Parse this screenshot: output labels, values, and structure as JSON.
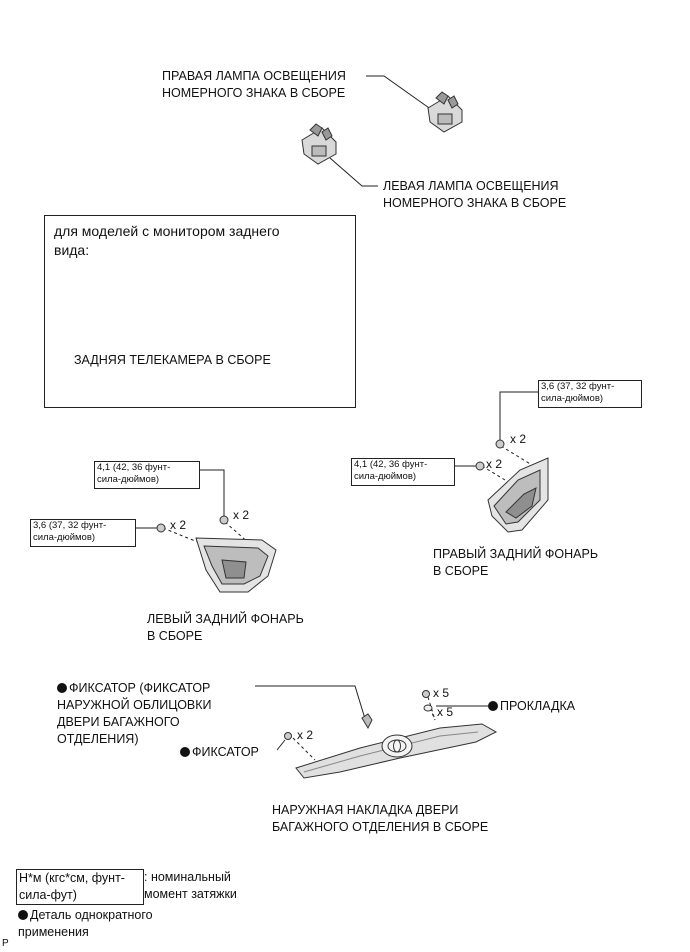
{
  "labels": {
    "right_plate_lamp": "ПРАВАЯ ЛАМПА ОСВЕЩЕНИЯ\nНОМЕРНОГО ЗНАКА В СБОРЕ",
    "left_plate_lamp": "ЛЕВАЯ ЛАМПА ОСВЕЩЕНИЯ\nНОМЕРНОГО ЗНАКА В СБОРЕ",
    "camera_box_title": "для моделей с монитором заднего\nвида:",
    "rear_camera": "ЗАДНЯЯ ТЕЛЕКАМЕРА В СБОРЕ",
    "right_tail_lamp": "ПРАВЫЙ ЗАДНИЙ ФОНАРЬ\nВ СБОРЕ",
    "left_tail_lamp": "ЛЕВЫЙ ЗАДНИЙ ФОНАРЬ\nВ СБОРЕ",
    "clip_garnish": "ФИКСАТОР (ФИКСАТОР\nНАРУЖНОЙ ОБЛИЦОВКИ\nДВЕРИ БАГАЖНОГО\nОТДЕЛЕНИЯ)",
    "clip": "ФИКСАТОР",
    "gasket": "ПРОКЛАДКА",
    "garnish_assy": "НАРУЖНАЯ НАКЛАДКА ДВЕРИ\nБАГАЖНОГО ОТДЕЛЕНИЯ В СБОРЕ"
  },
  "torques": {
    "right_upper": "3,6 (37, 32 фунт-\nсила-дюймов)",
    "right_lower": "4,1 (42, 36 фунт-\nсила-дюймов)",
    "left_upper": "4,1 (42, 36 фунт-\nсила-дюймов)",
    "left_lower": "3,6 (37, 32 фунт-\nсила-дюймов)"
  },
  "quantities": {
    "right_upper": "x 2",
    "right_lower": "x 2",
    "left_upper": "x 2",
    "left_lower": "x 2",
    "clip": "x 2",
    "garnish_nut": "x 5",
    "gasket": "x 5"
  },
  "legend": {
    "torque_unit": "Н*м (кгс*см, фунт-\nсила-фут)",
    "torque_desc": ": номинальный\nмомент затяжки",
    "non_reusable": "Деталь однократного\nприменения"
  },
  "corner_mark": "P",
  "colors": {
    "line": "#222222",
    "fill_light": "#e6e6e6",
    "fill_dark": "#9a9a9a"
  }
}
